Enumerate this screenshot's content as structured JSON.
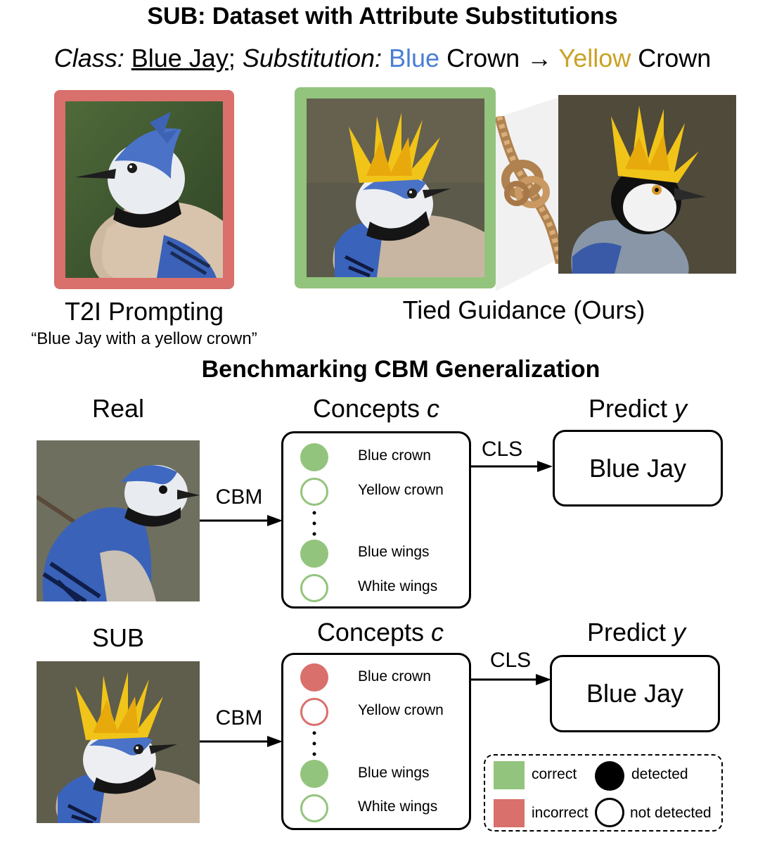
{
  "top": {
    "title": "SUB: Dataset with Attribute Substitutions",
    "class_label": "Class:",
    "class_value": "Blue Jay",
    "separator": ";",
    "substitution_label": "Substitution:",
    "from_color_word": "Blue",
    "from_part": "Crown",
    "arrow": "→",
    "to_color_word": "Yellow",
    "to_part": "Crown",
    "colors": {
      "blue_word": "#4a7fd4",
      "yellow_word": "#c9a227",
      "incorrect_frame": "#d9706b",
      "correct_frame": "#93c47d"
    },
    "t2i_caption": "T2I Prompting",
    "t2i_prompt": "“Blue Jay with a yellow crown”",
    "tied_caption": "Tied Guidance (Ours)"
  },
  "bench": {
    "title": "Benchmarking CBM Generalization",
    "rows": [
      {
        "input_label": "Real",
        "concepts_word": "Concepts",
        "concepts_var": "c",
        "predict_word": "Predict",
        "predict_var": "y",
        "cbm_label": "CBM",
        "cls_label": "CLS",
        "prediction": "Blue Jay",
        "concepts": [
          {
            "name": "Blue crown",
            "detected": true,
            "correct": true
          },
          {
            "name": "Yellow crown",
            "detected": false,
            "correct": true
          },
          {
            "name": "Blue wings",
            "detected": true,
            "correct": true
          },
          {
            "name": "White wings",
            "detected": false,
            "correct": true
          }
        ]
      },
      {
        "input_label": "SUB",
        "concepts_word": "Concepts",
        "concepts_var": "c",
        "predict_word": "Predict",
        "predict_var": "y",
        "cbm_label": "CBM",
        "cls_label": "CLS",
        "prediction": "Blue Jay",
        "concepts": [
          {
            "name": "Blue crown",
            "detected": true,
            "correct": false
          },
          {
            "name": "Yellow crown",
            "detected": false,
            "correct": false
          },
          {
            "name": "Blue wings",
            "detected": true,
            "correct": true
          },
          {
            "name": "White wings",
            "detected": false,
            "correct": true
          }
        ]
      }
    ]
  },
  "legend": {
    "correct": "correct",
    "incorrect": "incorrect",
    "detected": "detected",
    "not_detected": "not detected",
    "colors": {
      "correct": "#93c47d",
      "incorrect": "#d9706b"
    }
  }
}
